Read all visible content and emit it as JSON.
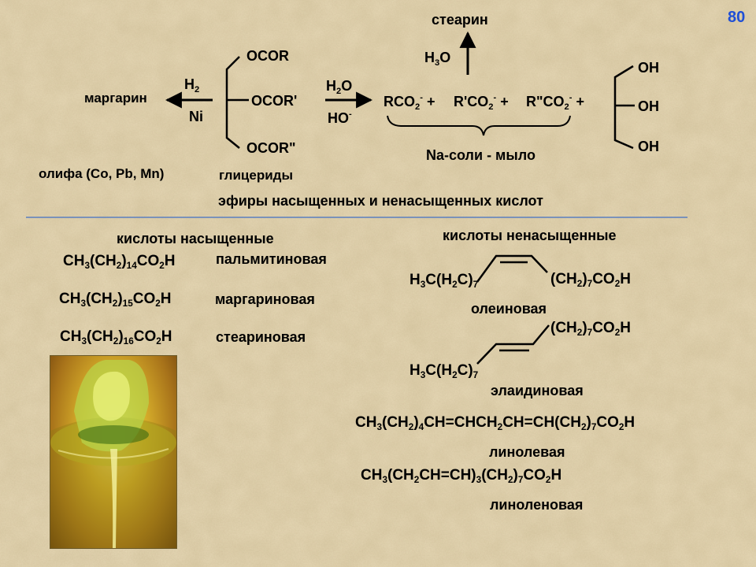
{
  "page_number": "80",
  "top": {
    "margarine": "маргарин",
    "h2_left": "H",
    "h2_left_sub": "2",
    "ni": "Ni",
    "ocor1": "OCOR",
    "ocor2": "OCOR'",
    "ocor3": "OCOR\"",
    "water": "H",
    "water_sub": "2",
    "water_tail": "O",
    "hydroxide": "HO",
    "hydroxide_sup": "-",
    "stearin": "стеарин",
    "h3o": "H",
    "h3o_sub": "3",
    "h3o_tail": "O",
    "rco2": "RCO",
    "rco2_sub": "2",
    "rco2_sup": "-",
    "plus1": "+",
    "rpco2": "R'CO",
    "rpco2_sub": "2",
    "rpco2_sup": "-",
    "plus2": "+",
    "rppco2": "R\"CO",
    "rppco2_sub": "2",
    "rppco2_sup": "-",
    "plus3": "+",
    "oh1": "OH",
    "oh2": "OH",
    "oh3": "OH",
    "soap": "Na-соли - мыло",
    "olifa": "олифа (Co, Pb, Mn)",
    "glycerides": "глицериды",
    "esters": "эфиры насыщенных и ненасыщенных кислот"
  },
  "saturated": {
    "heading": "кислоты насыщенные",
    "acids": [
      {
        "f1": "CH",
        "s1": "3",
        "f2": "(CH",
        "s2": "2",
        "f3": ")",
        "s3": "14",
        "f4": "CO",
        "s4": "2",
        "f5": "H",
        "name": "пальмитиновая"
      },
      {
        "f1": "CH",
        "s1": "3",
        "f2": "(CH",
        "s2": "2",
        "f3": ")",
        "s3": "15",
        "f4": "CO",
        "s4": "2",
        "f5": "H",
        "name": "маргариновая"
      },
      {
        "f1": "CH",
        "s1": "3",
        "f2": "(CH",
        "s2": "2",
        "f3": ")",
        "s3": "16",
        "f4": "CO",
        "s4": "2",
        "f5": "H",
        "name": "стеариновая"
      }
    ]
  },
  "unsaturated": {
    "heading": "кислоты ненасыщенные",
    "oleic": {
      "left": "H",
      "l1": "3",
      "left2": "C(H",
      "l2": "2",
      "left3": "C)",
      "l3": "7",
      "right": "(CH",
      "r1": "2",
      "right2": ")",
      "r2": "7",
      "right3": "CO",
      "r3": "2",
      "right4": "H",
      "name": "олеиновая"
    },
    "elaidic": {
      "left": "H",
      "l1": "3",
      "left2": "C(H",
      "l2": "2",
      "left3": "C)",
      "l3": "7",
      "right": "(CH",
      "r1": "2",
      "right2": ")",
      "r2": "7",
      "right3": "CO",
      "r3": "2",
      "right4": "H",
      "name": "элаидиновая"
    },
    "linoleic": {
      "a": "CH",
      "as": "3",
      "b": "(CH",
      "bs": "2",
      "c": ")",
      "cs": "4",
      "d": "CH=CHCH",
      "ds": "2",
      "e": "CH=CH(CH",
      "es": "2",
      "f": ")",
      "fs": "7",
      "g": "CO",
      "gs": "2",
      "h": "H",
      "name": "линолевая"
    },
    "linolenic": {
      "a": "CH",
      "as": "3",
      "b": "(CH",
      "bs": "2",
      "c": "CH=CH)",
      "cs": "3",
      "d": "(CH",
      "ds": "2",
      "e": ")",
      "es": "7",
      "f": "CO",
      "fs": "2",
      "g": "H",
      "name": "линоленовая"
    }
  },
  "colors": {
    "accent": "#1f4fd6",
    "divider": "#5a7fc0",
    "background": "#e4d6b3"
  }
}
